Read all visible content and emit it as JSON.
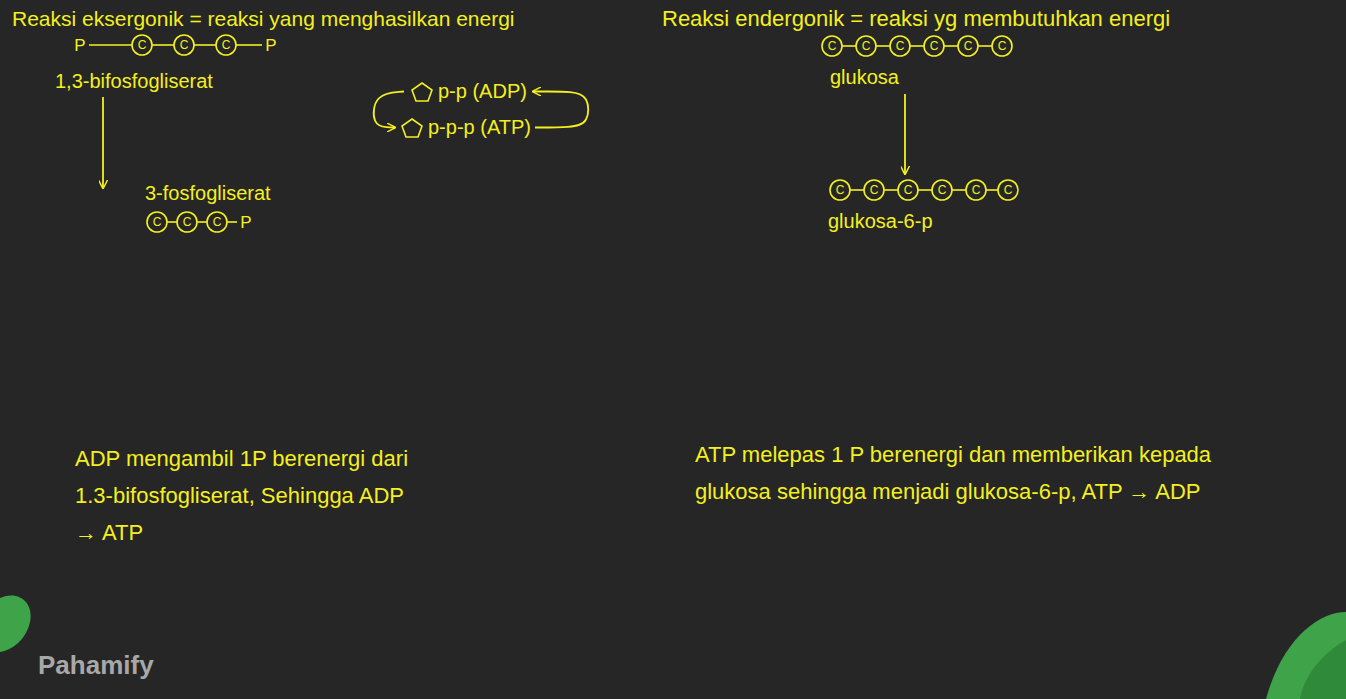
{
  "diagram": {
    "nodes": [
      {
        "text": [
          "1,3-bifosfogliserat"
        ]
      },
      {
        "text": [
          "3-fosfogliserat"
        ]
      },
      {
        "text": [
          "p-p (ADP)"
        ]
      },
      {
        "text": [
          "p-p-p (ATP)"
        ]
      },
      {
        "text": [
          "glukosa"
        ]
      },
      {
        "text": [
          "glukosa-6-p"
        ]
      }
    ],
    "edges": [
      {
        "from": 0,
        "to": 1,
        "arrow": "to"
      },
      {
        "from": 4,
        "to": 5,
        "arrow": "to"
      },
      {
        "from": 2,
        "to": 3,
        "arrow": "to"
      },
      {
        "from": 3,
        "to": 2,
        "arrow": "to"
      }
    ],
    "labels": [
      "Reaksi eksergonik = reaksi yang menghasilkan energi",
      "Reaksi endergonik = reaksi yg membutuhkan energi",
      "P",
      "C",
      "C",
      "C",
      "P",
      "C",
      "C",
      "C",
      "C",
      "C",
      "C",
      "C",
      "C",
      "C",
      "P",
      "C",
      "C",
      "C",
      "C",
      "C",
      "C",
      "ADP mengambil 1P berenergi dari 1.3-bifosfogliserat, Sehingga ADP → ATP",
      "ATP melepas 1 P berenergi dan memberikan kepada glukosa sehingga menjadi glukosa-6-p, ATP → ADP",
      "Pahamify"
    ]
  }
}
